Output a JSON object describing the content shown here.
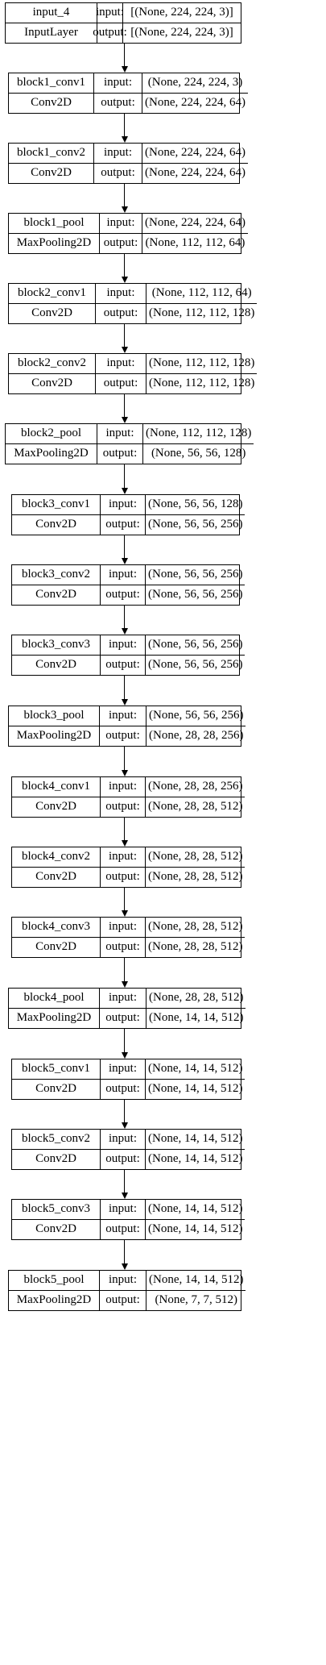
{
  "layers": [
    {
      "name": "input_4",
      "type": "InputLayer",
      "input_label": "input:",
      "output_label": "output:",
      "input_shape": "[(None, 224, 224, 3)]",
      "output_shape": "[(None, 224, 224, 3)]"
    },
    {
      "name": "block1_conv1",
      "type": "Conv2D",
      "input_label": "input:",
      "output_label": "output:",
      "input_shape": "(None, 224, 224, 3)",
      "output_shape": "(None, 224, 224, 64)"
    },
    {
      "name": "block1_conv2",
      "type": "Conv2D",
      "input_label": "input:",
      "output_label": "output:",
      "input_shape": "(None, 224, 224, 64)",
      "output_shape": "(None, 224, 224, 64)"
    },
    {
      "name": "block1_pool",
      "type": "MaxPooling2D",
      "input_label": "input:",
      "output_label": "output:",
      "input_shape": "(None, 224, 224, 64)",
      "output_shape": "(None, 112, 112, 64)"
    },
    {
      "name": "block2_conv1",
      "type": "Conv2D",
      "input_label": "input:",
      "output_label": "output:",
      "input_shape": "(None, 112, 112, 64)",
      "output_shape": "(None, 112, 112, 128)"
    },
    {
      "name": "block2_conv2",
      "type": "Conv2D",
      "input_label": "input:",
      "output_label": "output:",
      "input_shape": "(None, 112, 112, 128)",
      "output_shape": "(None, 112, 112, 128)"
    },
    {
      "name": "block2_pool",
      "type": "MaxPooling2D",
      "input_label": "input:",
      "output_label": "output:",
      "input_shape": "(None, 112, 112, 128)",
      "output_shape": "(None, 56, 56, 128)"
    },
    {
      "name": "block3_conv1",
      "type": "Conv2D",
      "input_label": "input:",
      "output_label": "output:",
      "input_shape": "(None, 56, 56, 128)",
      "output_shape": "(None, 56, 56, 256)"
    },
    {
      "name": "block3_conv2",
      "type": "Conv2D",
      "input_label": "input:",
      "output_label": "output:",
      "input_shape": "(None, 56, 56, 256)",
      "output_shape": "(None, 56, 56, 256)"
    },
    {
      "name": "block3_conv3",
      "type": "Conv2D",
      "input_label": "input:",
      "output_label": "output:",
      "input_shape": "(None, 56, 56, 256)",
      "output_shape": "(None, 56, 56, 256)"
    },
    {
      "name": "block3_pool",
      "type": "MaxPooling2D",
      "input_label": "input:",
      "output_label": "output:",
      "input_shape": "(None, 56, 56, 256)",
      "output_shape": "(None, 28, 28, 256)"
    },
    {
      "name": "block4_conv1",
      "type": "Conv2D",
      "input_label": "input:",
      "output_label": "output:",
      "input_shape": "(None, 28, 28, 256)",
      "output_shape": "(None, 28, 28, 512)"
    },
    {
      "name": "block4_conv2",
      "type": "Conv2D",
      "input_label": "input:",
      "output_label": "output:",
      "input_shape": "(None, 28, 28, 512)",
      "output_shape": "(None, 28, 28, 512)"
    },
    {
      "name": "block4_conv3",
      "type": "Conv2D",
      "input_label": "input:",
      "output_label": "output:",
      "input_shape": "(None, 28, 28, 512)",
      "output_shape": "(None, 28, 28, 512)"
    },
    {
      "name": "block4_pool",
      "type": "MaxPooling2D",
      "input_label": "input:",
      "output_label": "output:",
      "input_shape": "(None, 28, 28, 512)",
      "output_shape": "(None, 14, 14, 512)"
    },
    {
      "name": "block5_conv1",
      "type": "Conv2D",
      "input_label": "input:",
      "output_label": "output:",
      "input_shape": "(None, 14, 14, 512)",
      "output_shape": "(None, 14, 14, 512)"
    },
    {
      "name": "block5_conv2",
      "type": "Conv2D",
      "input_label": "input:",
      "output_label": "output:",
      "input_shape": "(None, 14, 14, 512)",
      "output_shape": "(None, 14, 14, 512)"
    },
    {
      "name": "block5_conv3",
      "type": "Conv2D",
      "input_label": "input:",
      "output_label": "output:",
      "input_shape": "(None, 14, 14, 512)",
      "output_shape": "(None, 14, 14, 512)"
    },
    {
      "name": "block5_pool",
      "type": "MaxPooling2D",
      "input_label": "input:",
      "output_label": "output:",
      "input_shape": "(None, 14, 14, 512)",
      "output_shape": "(None, 7, 7, 512)"
    }
  ]
}
